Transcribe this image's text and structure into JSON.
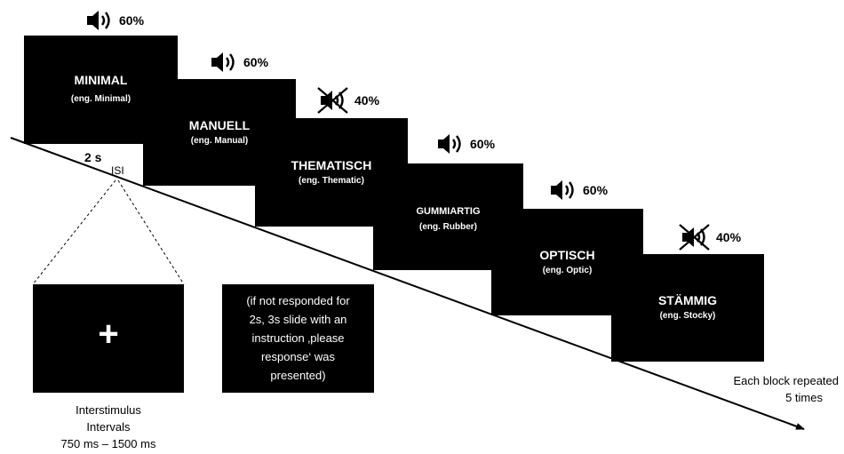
{
  "slides": [
    {
      "word": "MINIMAL",
      "translation": "(eng. Minimal)",
      "volume": "60%",
      "muted": false
    },
    {
      "word": "MANUELL",
      "translation": "(eng. Manual)",
      "volume": "60%",
      "muted": false
    },
    {
      "word": "THEMATISCH",
      "translation": "(eng. Thematic)",
      "volume": "40%",
      "muted": true
    },
    {
      "word": "GUMMIARTIG",
      "translation": "(eng. Rubber)",
      "volume": "60%",
      "muted": false
    },
    {
      "word": "OPTISCH",
      "translation": "(eng. Optic)",
      "volume": "60%",
      "muted": false
    },
    {
      "word": "STÄMMIG",
      "translation": "(eng. Stocky)",
      "volume": "40%",
      "muted": true
    }
  ],
  "timing": {
    "duration": "2 s",
    "isi": "ISI"
  },
  "isi_box": {
    "symbol": "+",
    "caption": [
      "Interstimulus",
      "Intervals",
      "750 ms – 1500 ms"
    ]
  },
  "instruction_box": {
    "lines": [
      "(if not responded for",
      "2s, 3s slide with an",
      "instruction ‚please",
      "response‘ was",
      "presented)"
    ]
  },
  "repeat_note": {
    "lines": [
      "Each block repeated",
      "5 times"
    ]
  }
}
